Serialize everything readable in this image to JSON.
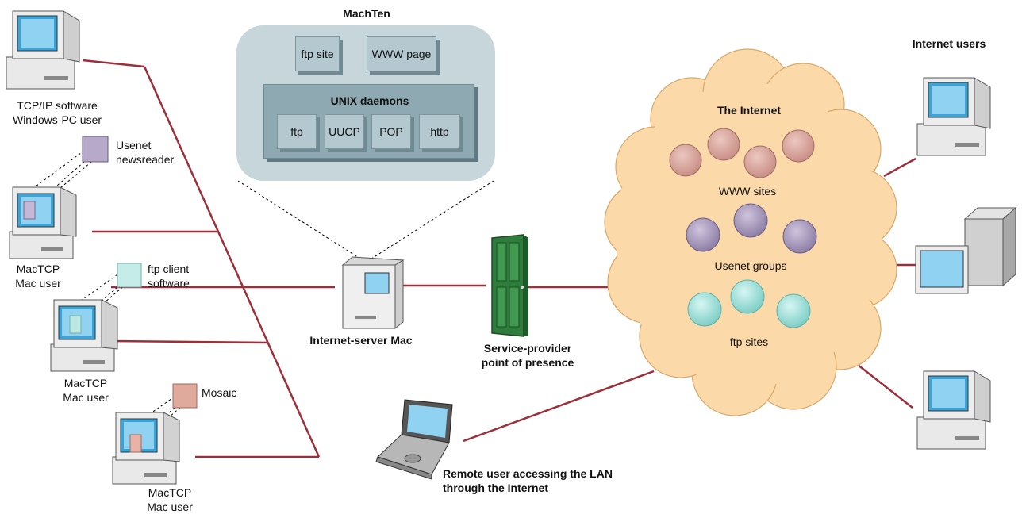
{
  "machten": {
    "title": "MachTen",
    "top_boxes": [
      "ftp site",
      "WWW page"
    ],
    "unix_title": "UNIX daemons",
    "daemons": [
      "ftp",
      "UUCP",
      "POP",
      "http"
    ]
  },
  "left_users": {
    "pc_user": [
      "TCP/IP software",
      "Windows-PC user"
    ],
    "mac_user_1": [
      "MacTCP",
      "Mac user"
    ],
    "mac_user_2": [
      "MacTCP",
      "Mac user"
    ],
    "mac_user_3": [
      "MacTCP",
      "Mac user"
    ],
    "apps": {
      "usenet": [
        "Usenet",
        "newsreader"
      ],
      "ftp": [
        "ftp client",
        "software"
      ],
      "mosaic": [
        "Mosaic"
      ]
    }
  },
  "center": {
    "server": "Internet-server Mac",
    "pop": [
      "Service-provider",
      "point of presence"
    ],
    "remote": [
      "Remote user accessing the LAN",
      "through the Internet"
    ]
  },
  "cloud": {
    "title": "The Internet",
    "www": "WWW sites",
    "usenet": "Usenet groups",
    "ftp": "ftp sites"
  },
  "right": {
    "title": "Internet users"
  },
  "colors": {
    "line": "#9c2f3a",
    "cloud": "#fcd9a8",
    "panel": "#c7d7db",
    "www": "#d9a79e",
    "usenet": "#a99cb9",
    "ftp": "#a9e2dd"
  }
}
